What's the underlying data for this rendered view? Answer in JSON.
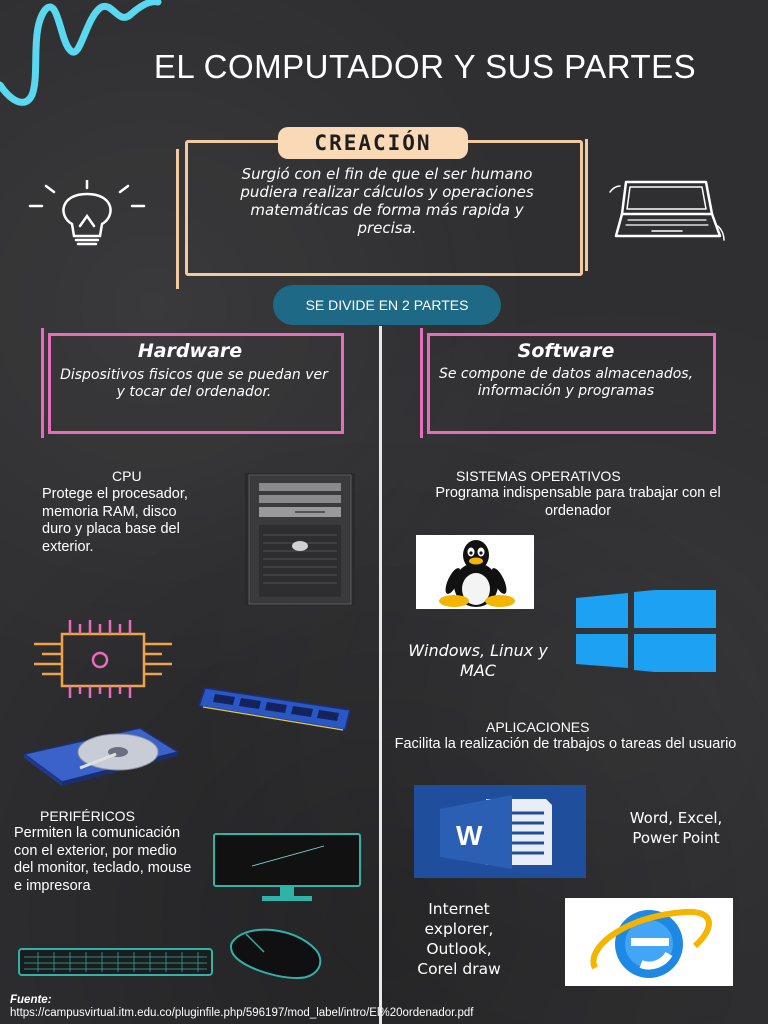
{
  "title": "EL COMPUTADOR Y SUS PARTES",
  "creacion": {
    "label": "CREACIÓN",
    "text": "Surgió con el fin de que el ser humano pudiera realizar cálculos y operaciones matemáticas de forma más rapida y precisa."
  },
  "divide_label": "SE DIVIDE EN 2 PARTES",
  "hardware": {
    "heading": "Hardware",
    "text": "Dispositivos fisicos que se puedan ver y tocar del ordenador."
  },
  "software": {
    "heading": "Software",
    "text": "Se compone de datos almacenados, información y programas"
  },
  "cpu": {
    "label": "CPU",
    "text": "Protege el procesador, memoria RAM, disco duro y placa base del exterior."
  },
  "perifericos": {
    "label": "PERIFÉRICOS",
    "text": "Permiten la comunicación con el exterior, por medio del monitor, teclado, mouse e impresora"
  },
  "sistemas": {
    "label": "SISTEMAS OPERATIVOS",
    "text": "Programa indispensable para trabajar con el ordenador",
    "examples": "Windows, Linux y MAC"
  },
  "aplicaciones": {
    "label": "APLICACIONES",
    "text": "Facilita la realización de trabajos o tareas del usuario",
    "office": "Word, Excel, Power Point",
    "others": "Internet explorer, Outlook, Corel draw"
  },
  "source": {
    "label": "Fuente:",
    "url": "https://campusvirtual.itm.edu.co/pluginfile.php/596197/mod_label/intro/El%20ordenador.pdf"
  },
  "colors": {
    "background": "#2f2f31",
    "peach": "#f9d9b6",
    "pink": "#e86bbd",
    "teal": "#1e6a86",
    "cyan_scribble": "#5ad8f0"
  },
  "icons": [
    "scribble-decoration",
    "lightbulb-icon",
    "laptop-icon",
    "cpu-tower-image",
    "chip-icon",
    "ram-module-image",
    "hard-drive-image",
    "monitor-image",
    "keyboard-image",
    "mouse-image",
    "linux-tux-logo",
    "windows-logo",
    "word-logo",
    "internet-explorer-logo"
  ]
}
